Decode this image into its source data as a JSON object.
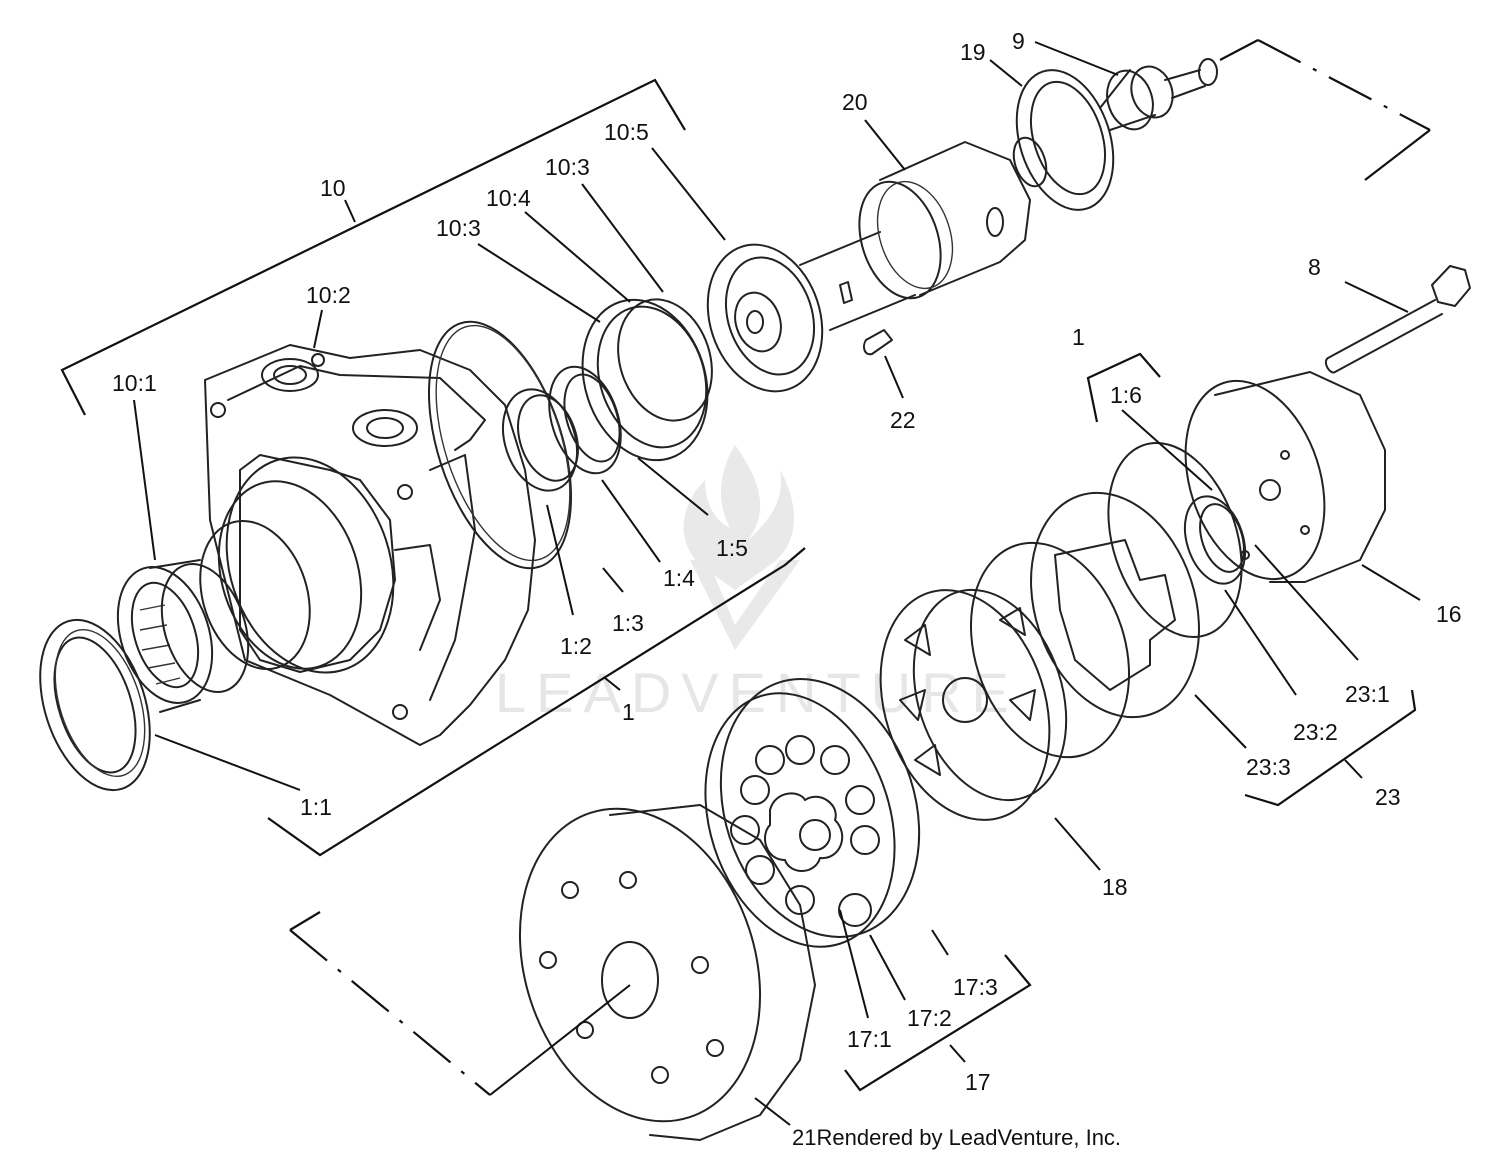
{
  "watermark": {
    "text": "LEADVENTURE",
    "logo_icon": "leadventure-flame-logo-icon"
  },
  "credit": {
    "part_number": "21",
    "text": "Rendered by LeadVenture, Inc."
  },
  "callouts": {
    "c9": "9",
    "c19": "19",
    "c20": "20",
    "c10_5": "10:5",
    "c10_3a": "10:3",
    "c10_4": "10:4",
    "c10_3b": "10:3",
    "c10": "10",
    "c10_2": "10:2",
    "c10_1": "10:1",
    "c8": "8",
    "c1_top": "1",
    "c1_6": "1:6",
    "c22": "22",
    "c1_5": "1:5",
    "c1_4": "1:4",
    "c1_3": "1:3",
    "c1_2": "1:2",
    "c1_mid": "1",
    "c1_1": "1:1",
    "c16": "16",
    "c23_1": "23:1",
    "c23_2": "23:2",
    "c23_3": "23:3",
    "c23": "23",
    "c18": "18",
    "c17_3": "17:3",
    "c17_2": "17:2",
    "c17_1": "17:1",
    "c17": "17"
  }
}
